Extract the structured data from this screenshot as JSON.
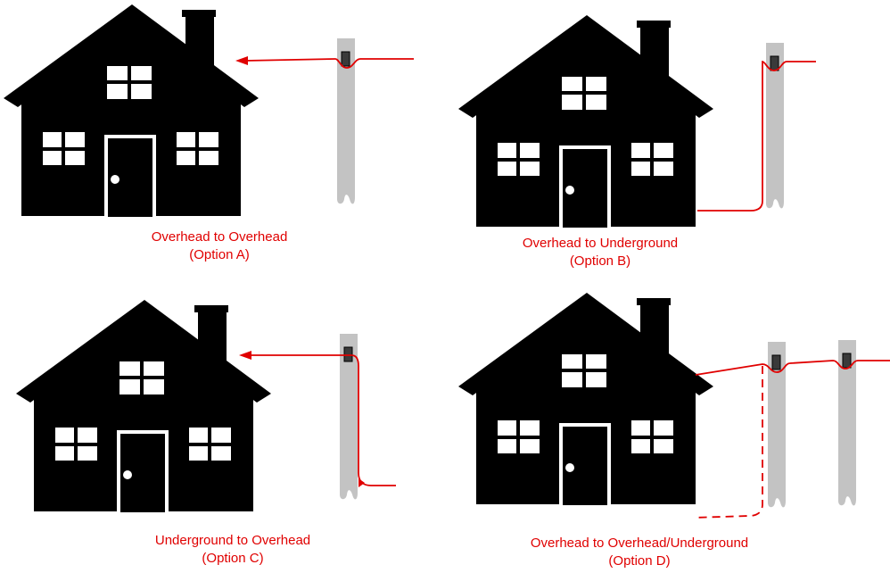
{
  "options": [
    {
      "title": "Overhead to Overhead",
      "option": "(Option A)"
    },
    {
      "title": "Overhead to Underground",
      "option": "(Option B)"
    },
    {
      "title": "Underground to Overhead",
      "option": "(Option C)"
    },
    {
      "title": "Overhead to Overhead/Underground",
      "option": "(Option D)"
    }
  ],
  "colors": {
    "house": "#000000",
    "wire": "#e00000",
    "pole": "#c3c3c3",
    "meter": "#3a3a3a"
  }
}
